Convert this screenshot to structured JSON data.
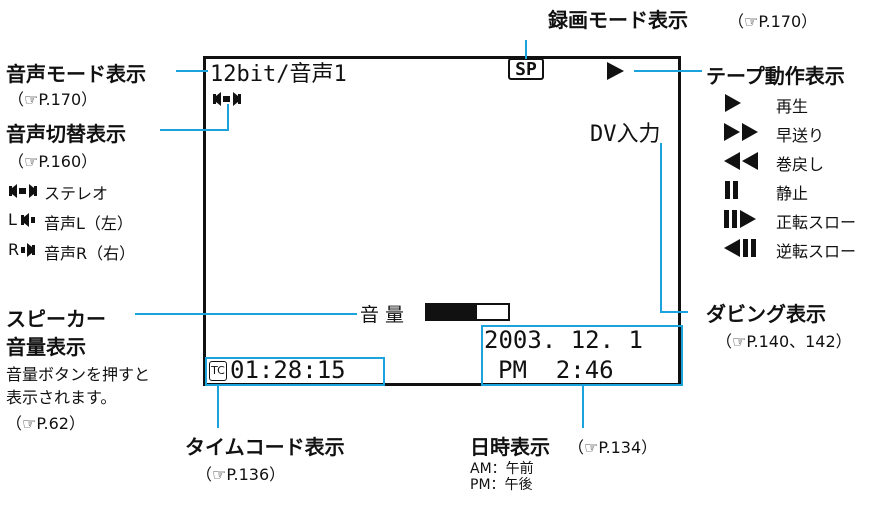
{
  "top_label": {
    "title": "録画モード表示",
    "ref": "（☞P.170）"
  },
  "audio_mode": {
    "title": "音声モード表示",
    "ref": "（☞P.170）"
  },
  "audio_switch": {
    "title": "音声切替表示",
    "ref": "（☞P.160）",
    "items": [
      "ステレオ",
      "L",
      "音声L（左）",
      "R",
      "音声R（右）"
    ]
  },
  "tape_op": {
    "title": "テープ動作表示",
    "items": [
      "再生",
      "早送り",
      "巻戻し",
      "静止",
      "正転スロー",
      "逆転スロー"
    ]
  },
  "dubbing": {
    "title": "ダビング表示",
    "ref": "（☞P.140、142）"
  },
  "speaker": {
    "title1": "スピーカー",
    "title2": "音量表示",
    "desc1": "音量ボタンを押すと",
    "desc2": "表示されます。",
    "ref": "（☞P.62）"
  },
  "timecode": {
    "title": "タイムコード表示",
    "ref": "（☞P.136）"
  },
  "datetime": {
    "title": "日時表示",
    "ref": "（☞P.134）",
    "am": "AM：午前",
    "pm": "PM：午後"
  },
  "screen": {
    "audio_text": "12bit/音声1",
    "sp": "SP",
    "dv_input": "DV入力",
    "volume_label": "音 量",
    "volume_level": 0.62,
    "date": "2003. 12. 1",
    "time": "PM  2:46",
    "tc_icon": "TC",
    "timecode": "01:28:15"
  },
  "icons": {
    "play": "play-icon",
    "ff": "fast-forward-icon",
    "rew": "rewind-icon",
    "pause": "pause-icon",
    "fslow": "forward-slow-icon",
    "rslow": "reverse-slow-icon",
    "stereo": "stereo-icon",
    "ref": "reference-hand-icon"
  },
  "colors": {
    "accent": "#1aa3dc"
  }
}
